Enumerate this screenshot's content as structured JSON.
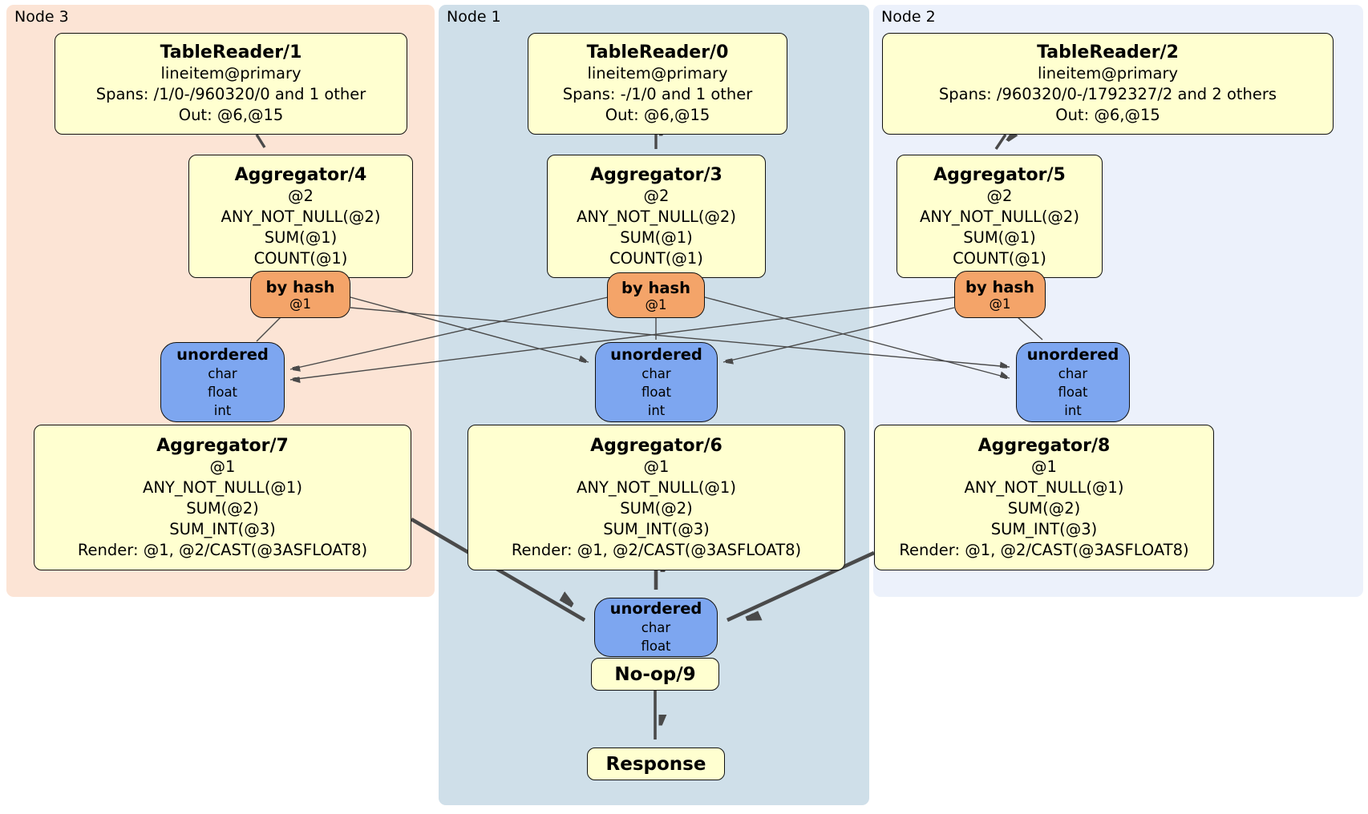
{
  "node_groups": {
    "node3": {
      "label": "Node 3"
    },
    "node1": {
      "label": "Node 1"
    },
    "node2": {
      "label": "Node 2"
    }
  },
  "processors": {
    "tr1": {
      "title": "TableReader/1",
      "lines": [
        "lineitem@primary",
        "Spans: /1/0-/960320/0 and 1 other",
        "Out: @6,@15"
      ]
    },
    "tr0": {
      "title": "TableReader/0",
      "lines": [
        "lineitem@primary",
        "Spans: -/1/0 and 1 other",
        "Out: @6,@15"
      ]
    },
    "tr2": {
      "title": "TableReader/2",
      "lines": [
        "lineitem@primary",
        "Spans: /960320/0-/1792327/2 and 2 others",
        "Out: @6,@15"
      ]
    },
    "agg4": {
      "title": "Aggregator/4",
      "lines": [
        "@2",
        "ANY_NOT_NULL(@2)",
        "SUM(@1)",
        "COUNT(@1)"
      ]
    },
    "agg3": {
      "title": "Aggregator/3",
      "lines": [
        "@2",
        "ANY_NOT_NULL(@2)",
        "SUM(@1)",
        "COUNT(@1)"
      ]
    },
    "agg5": {
      "title": "Aggregator/5",
      "lines": [
        "@2",
        "ANY_NOT_NULL(@2)",
        "SUM(@1)",
        "COUNT(@1)"
      ]
    },
    "agg7": {
      "title": "Aggregator/7",
      "lines": [
        "@1",
        "ANY_NOT_NULL(@1)",
        "SUM(@2)",
        "SUM_INT(@3)",
        "Render: @1, @2/CAST(@3ASFLOAT8)"
      ]
    },
    "agg6": {
      "title": "Aggregator/6",
      "lines": [
        "@1",
        "ANY_NOT_NULL(@1)",
        "SUM(@2)",
        "SUM_INT(@3)",
        "Render: @1, @2/CAST(@3ASFLOAT8)"
      ]
    },
    "agg8": {
      "title": "Aggregator/8",
      "lines": [
        "@1",
        "ANY_NOT_NULL(@1)",
        "SUM(@2)",
        "SUM_INT(@3)",
        "Render: @1, @2/CAST(@3ASFLOAT8)"
      ]
    },
    "noop": {
      "title": "No-op/9"
    },
    "response": {
      "title": "Response"
    }
  },
  "routers": {
    "hash3": {
      "title": "by hash",
      "key": "@1"
    },
    "hash1": {
      "title": "by hash",
      "key": "@1"
    },
    "hash2": {
      "title": "by hash",
      "key": "@1"
    }
  },
  "syncs": {
    "sync3": {
      "title": "unordered",
      "lines": [
        "char",
        "float",
        "int"
      ]
    },
    "sync1": {
      "title": "unordered",
      "lines": [
        "char",
        "float",
        "int"
      ]
    },
    "sync2": {
      "title": "unordered",
      "lines": [
        "char",
        "float",
        "int"
      ]
    },
    "sync_final": {
      "title": "unordered",
      "lines": [
        "char",
        "float"
      ]
    }
  },
  "edges": [
    {
      "from": "TableReader/1",
      "to": "Aggregator/4",
      "kind": "arrow"
    },
    {
      "from": "TableReader/0",
      "to": "Aggregator/3",
      "kind": "arrow"
    },
    {
      "from": "TableReader/2",
      "to": "Aggregator/5",
      "kind": "arrow"
    },
    {
      "from": "by-hash-node3",
      "to": "unordered-node3",
      "kind": "stream"
    },
    {
      "from": "by-hash-node3",
      "to": "unordered-node1",
      "kind": "stream"
    },
    {
      "from": "by-hash-node3",
      "to": "unordered-node2",
      "kind": "stream"
    },
    {
      "from": "by-hash-node1",
      "to": "unordered-node3",
      "kind": "stream"
    },
    {
      "from": "by-hash-node1",
      "to": "unordered-node1",
      "kind": "stream"
    },
    {
      "from": "by-hash-node1",
      "to": "unordered-node2",
      "kind": "stream"
    },
    {
      "from": "by-hash-node2",
      "to": "unordered-node3",
      "kind": "stream"
    },
    {
      "from": "by-hash-node2",
      "to": "unordered-node1",
      "kind": "stream"
    },
    {
      "from": "by-hash-node2",
      "to": "unordered-node2",
      "kind": "stream"
    },
    {
      "from": "Aggregator/7",
      "to": "unordered-final",
      "kind": "thick-arrow"
    },
    {
      "from": "Aggregator/6",
      "to": "unordered-final",
      "kind": "thick-arrow"
    },
    {
      "from": "Aggregator/8",
      "to": "unordered-final",
      "kind": "thick-arrow"
    },
    {
      "from": "No-op/9",
      "to": "Response",
      "kind": "arrow"
    }
  ],
  "colors": {
    "node3_bg": "#fce4d5",
    "node1_bg": "#cfdfe9",
    "node2_bg": "#ecf1fb",
    "processor_bg": "#ffffd0",
    "router_bg": "#f4a469",
    "sync_bg": "#7da6f0",
    "edge": "#4a4a4a",
    "border": "#111111"
  }
}
